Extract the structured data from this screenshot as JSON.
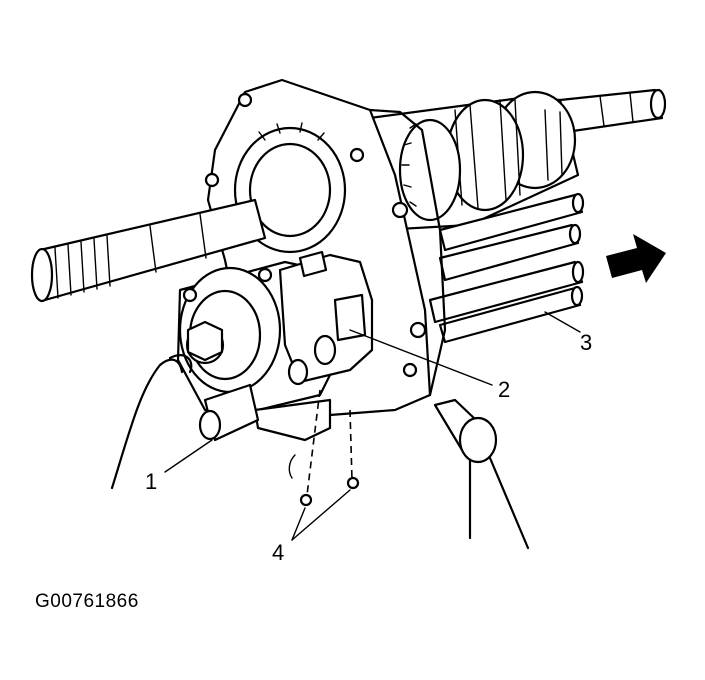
{
  "figure": {
    "id_label": "G00761866",
    "callouts": [
      {
        "number": "1"
      },
      {
        "number": "2"
      },
      {
        "number": "3"
      },
      {
        "number": "4"
      }
    ],
    "direction_arrow": "arrow-right-icon"
  }
}
